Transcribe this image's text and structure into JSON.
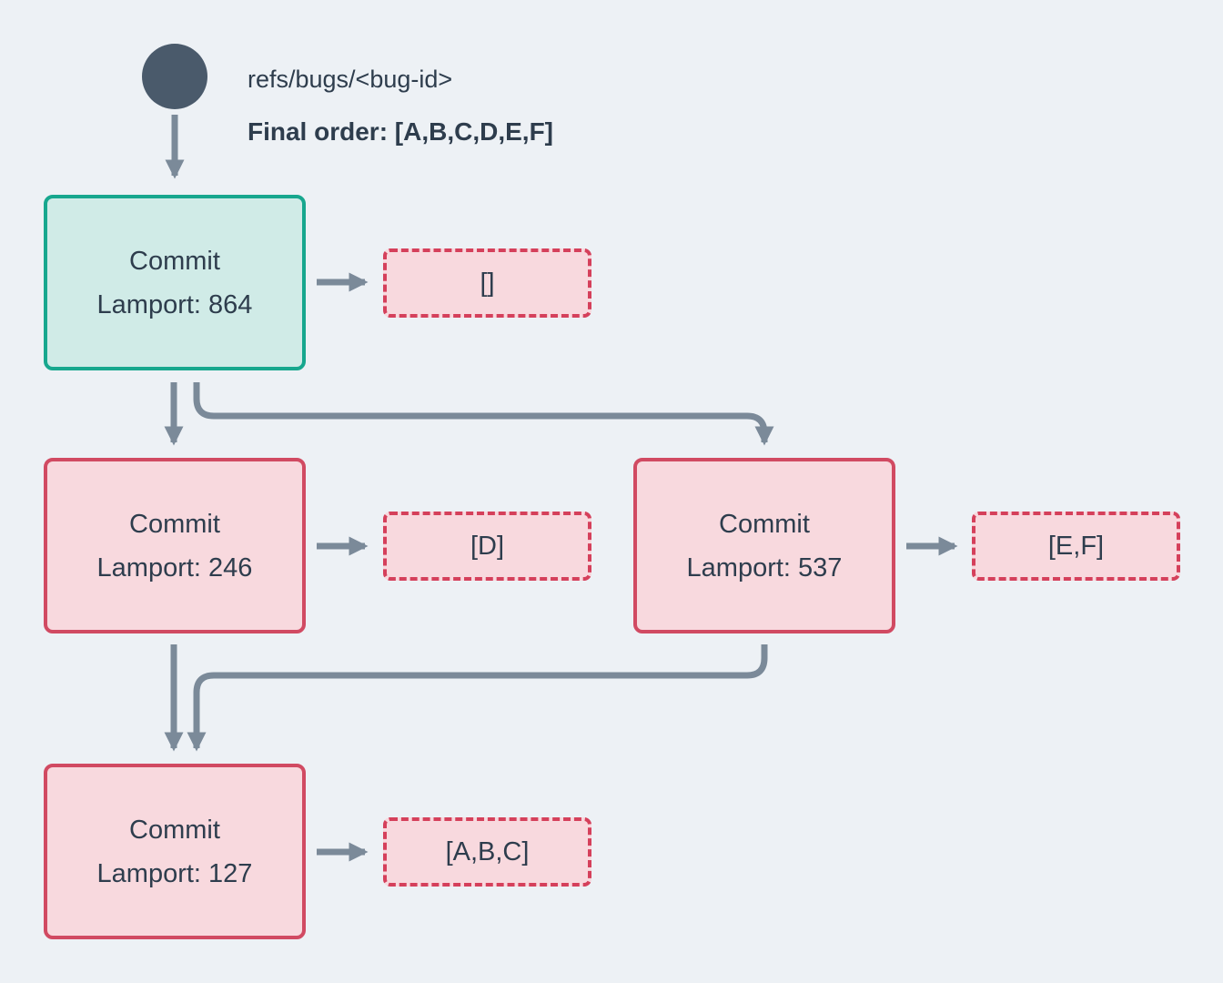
{
  "colors": {
    "bg": "#edf1f5",
    "text": "#2e3d4d",
    "arrow": "#7b8a99",
    "circle": "#4a5a6b",
    "teal-border": "#17a78e",
    "teal-fill": "#d0ebe7",
    "pink-border": "#d14a62",
    "pink-fill": "#f8d9de",
    "dashed-border": "#d5405b"
  },
  "header": {
    "ref_label": "refs/bugs/<bug-id>",
    "final_order": "Final order: [A,B,C,D,E,F]"
  },
  "nodes": {
    "root": {
      "line1": "Commit",
      "line2": "Lamport: 864"
    },
    "left": {
      "line1": "Commit",
      "line2": "Lamport: 246"
    },
    "right": {
      "line1": "Commit",
      "line2": "Lamport: 537"
    },
    "merge": {
      "line1": "Commit",
      "line2": "Lamport: 127"
    }
  },
  "results": {
    "root": "[]",
    "left": "[D]",
    "right": "[E,F]",
    "merge": "[A,B,C]"
  }
}
